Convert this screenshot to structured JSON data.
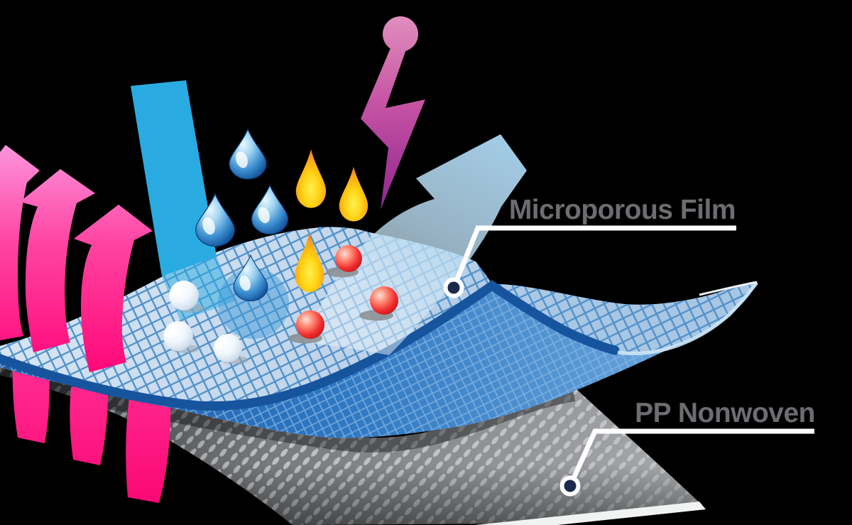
{
  "diagram": {
    "type": "material-structure-illustration",
    "background_color": "#000000",
    "labels": {
      "film": {
        "text": "Microporous Film",
        "color": "#6B6D70"
      },
      "nonwoven": {
        "text": "PP Nonwoven",
        "color": "#6B6D70"
      }
    },
    "layers": {
      "microporous_film": {
        "top_color": "#C6D7E9",
        "grid_color": "#4E90CC",
        "front_color": "#2F78C2",
        "edge_color": "#17549E"
      },
      "pp_nonwoven": {
        "base_color": "#85878A",
        "dot_color": "#C6C8CA",
        "cut_edge_color": "#F1F2F2"
      }
    },
    "symbols": {
      "breathability_arrows": {
        "count": 3,
        "tail_count": 3,
        "color_top": "#FC96DE",
        "color_bottom": "#FF0A79"
      },
      "water_stream": {
        "color": "#29ABE2"
      },
      "water_droplets": {
        "count": 4,
        "color": "#1B75BC"
      },
      "oil_droplets": {
        "count": 3,
        "outer_color": "#F05A24",
        "inner_color": "#FFF04F"
      },
      "particles": {
        "count": 3,
        "color": "#EF2B2B"
      },
      "clear_beads": {
        "count": 3,
        "color": "#E8F1F9"
      },
      "static_bolt": {
        "color_top": "#E18FC0",
        "color_bottom": "#8E2390"
      },
      "vapor_arrow": {
        "color": "#A7D2ED"
      }
    }
  }
}
